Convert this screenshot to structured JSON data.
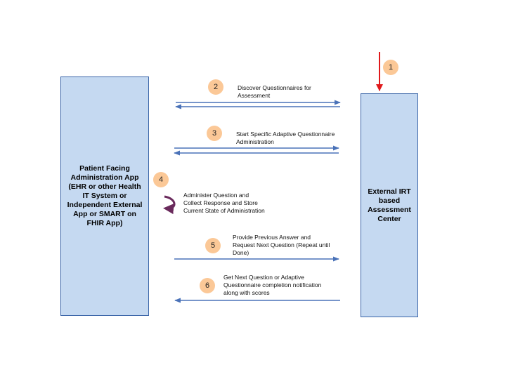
{
  "participants": {
    "left": "Patient Facing Administration App (EHR or other Health IT System or Independent External App or SMART on FHIR App)",
    "right": "External IRT based Assessment Center"
  },
  "steps": [
    {
      "number": "1",
      "text": ""
    },
    {
      "number": "2",
      "text": "Discover Questionnaires for\nAssessment"
    },
    {
      "number": "3",
      "text": "Start Specific Adaptive Questionnaire\nAdministration"
    },
    {
      "number": "4",
      "text": "Administer Question and\nCollect Response and Store\nCurrent State of Administration"
    },
    {
      "number": "5",
      "text": "Provide  Previous Answer and\nRequest Next Question (Repeat until\nDone)"
    },
    {
      "number": "6",
      "text": "Get Next Question or Adaptive\nQuestionnaire completion notification\nalong with scores"
    }
  ],
  "colors": {
    "box_fill": "#c5d9f1",
    "box_border": "#3a64a8",
    "arrow": "#4a72b8",
    "entry_arrow": "#e0191b",
    "badge": "#fbc897",
    "self_loop": "#6a2a5c"
  }
}
